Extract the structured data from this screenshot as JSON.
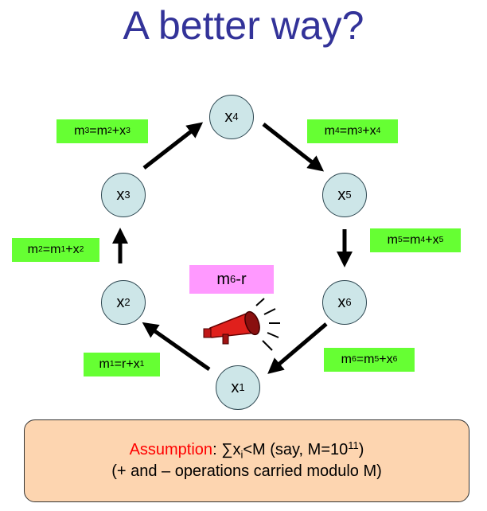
{
  "title": "A better way?",
  "nodes": {
    "x1": {
      "base": "x",
      "sub": "1"
    },
    "x2": {
      "base": "x",
      "sub": "2"
    },
    "x3": {
      "base": "x",
      "sub": "3"
    },
    "x4": {
      "base": "x",
      "sub": "4"
    },
    "x5": {
      "base": "x",
      "sub": "5"
    },
    "x6": {
      "base": "x",
      "sub": "6"
    }
  },
  "labels": {
    "m1": {
      "p1": "m",
      "s1": "1",
      "p2": "=r+x",
      "s2": "1"
    },
    "m2": {
      "p1": "m",
      "s1": "2",
      "p2": "=m",
      "s2": "1",
      "p3": "+x",
      "s3": "2"
    },
    "m3": {
      "p1": "m",
      "s1": "3",
      "p2": "=m",
      "s2": "2",
      "p3": "+x",
      "s3": "3"
    },
    "m4": {
      "p1": "m",
      "s1": "4",
      "p2": "=m",
      "s2": "3",
      "p3": "+x",
      "s3": "4"
    },
    "m5": {
      "p1": "m",
      "s1": "5",
      "p2": "=m",
      "s2": "4",
      "p3": "+x",
      "s3": "5"
    },
    "m6": {
      "p1": "m",
      "s1": "6",
      "p2": "=m",
      "s2": "5",
      "p3": "+x",
      "s3": "6"
    }
  },
  "announcement": {
    "p1": "m",
    "s1": "6",
    "p2": "-r"
  },
  "assumption": {
    "keyword": "Assumption",
    "colon": ": ",
    "sum_a": "∑x",
    "sum_sub": "i",
    "sum_b": "<M   (say, M=10",
    "sup": "11",
    "close": ")",
    "line2": "(+ and – operations carried modulo M)"
  },
  "colors": {
    "title": "#333399",
    "node_fill": "#cde6e8",
    "label_fill": "#66ff33",
    "announce_fill": "#ff99ff",
    "box_fill": "#fdd5b0",
    "keyword": "#ff0000"
  },
  "icons": {
    "megaphone": "megaphone-icon"
  }
}
